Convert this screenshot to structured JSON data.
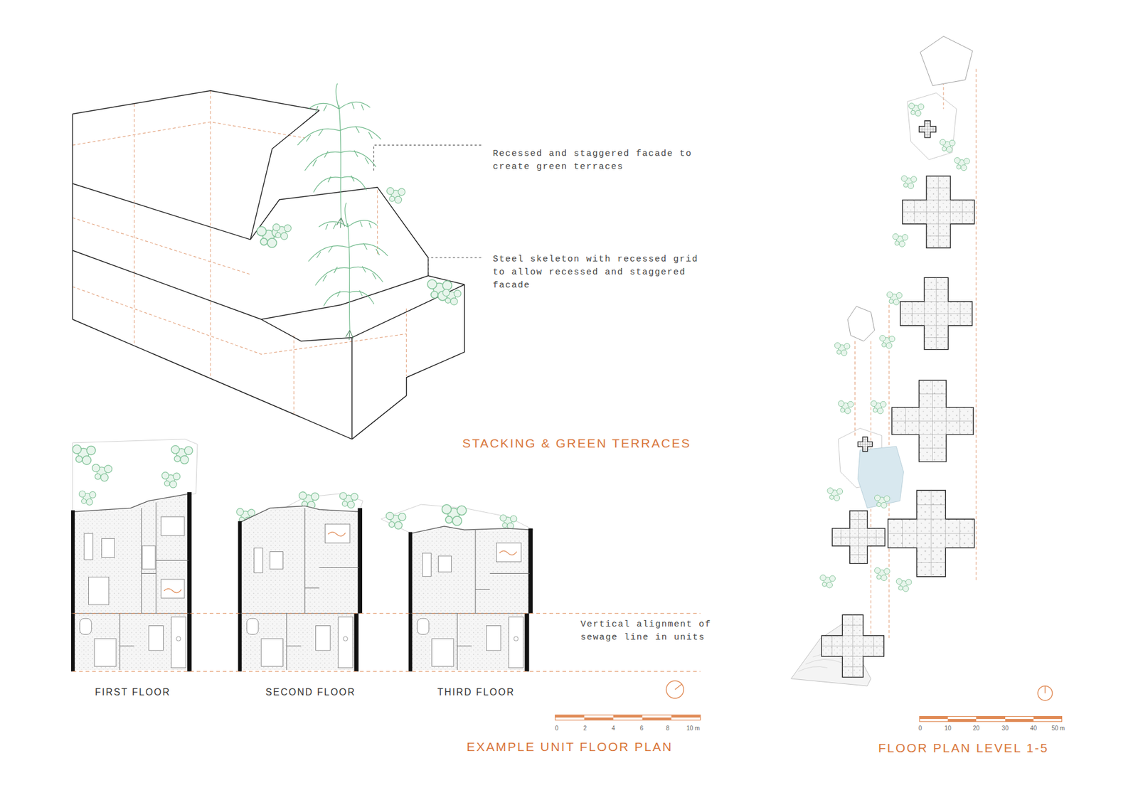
{
  "diagram": {
    "labels": [
      "Recessed and staggered facade to create green terraces",
      "Steel skeleton with recessed grid to allow recessed and staggered facade",
      "STACKING & GREEN TERRACES",
      "Vertical alignment of sewage line in units",
      "FIRST FLOOR",
      "SECOND FLOOR",
      "THIRD FLOOR",
      "0",
      "2",
      "4",
      "6",
      "8",
      "10 m",
      "EXAMPLE UNIT FLOOR PLAN",
      "0",
      "10",
      "20",
      "30",
      "40",
      "50 m",
      "FLOOR PLAN LEVEL 1-5"
    ]
  }
}
